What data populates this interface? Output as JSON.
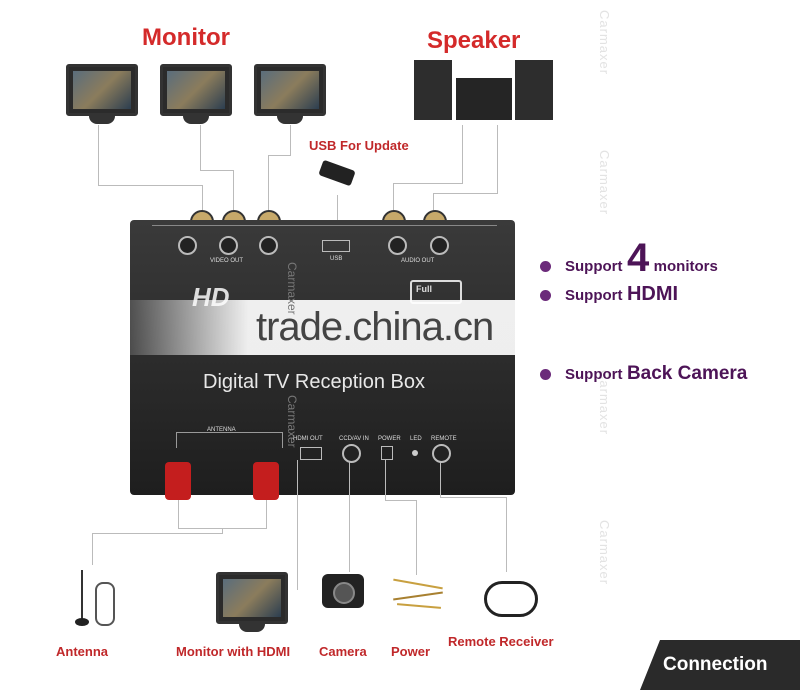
{
  "titles": {
    "monitor": "Monitor",
    "speaker": "Speaker"
  },
  "usb_label": "USB For Update",
  "features": [
    {
      "pre": "Support",
      "num": "4",
      "post": "monitors"
    },
    {
      "pre": "Support",
      "big": "HDMI"
    },
    {
      "pre": "Support",
      "big": "Back Camera"
    }
  ],
  "box": {
    "title": "Digital TV Reception Box",
    "hd_logo": "HD",
    "full_seg": "Full",
    "ports": {
      "video_out": "VIDEO OUT",
      "usb": "USB",
      "audio_out": "AUDIO OUT",
      "antenna": "ANTENNA",
      "hdmi_out": "HDMI OUT",
      "ccd_av_in": "CCD/AV IN",
      "power": "POWER",
      "led": "LED",
      "remote": "REMOTE"
    }
  },
  "bottom_labels": {
    "antenna": "Antenna",
    "monitor_hdmi": "Monitor with HDMI",
    "camera": "Camera",
    "power": "Power",
    "remote_receiver": "Remote Receiver"
  },
  "footer": "Connection",
  "watermark": {
    "main": "trade.china.cn",
    "side": "Carmaxer"
  },
  "colors": {
    "title_red": "#d42a2a",
    "feature_purple": "#4d1457",
    "footer_bg": "#2a2a2a"
  }
}
